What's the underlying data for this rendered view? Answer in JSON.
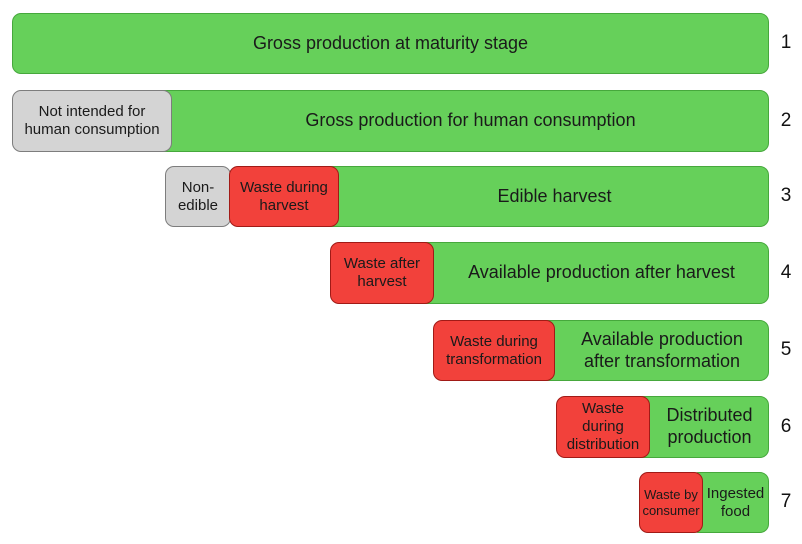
{
  "rows": [
    {
      "number": "1",
      "main": "Gross production at maturity stage"
    },
    {
      "number": "2",
      "main": "Gross production for human consumption",
      "loss": "Not intended for\nhuman consumption"
    },
    {
      "number": "3",
      "main": "Edible harvest",
      "loss_grey": "Non-\nedible",
      "loss": "Waste during\nharvest"
    },
    {
      "number": "4",
      "main": "Available production after harvest",
      "loss": "Waste after\nharvest"
    },
    {
      "number": "5",
      "main": "Available production\nafter transformation",
      "loss": "Waste during\ntransformation"
    },
    {
      "number": "6",
      "main": "Distributed\nproduction",
      "loss": "Waste\nduring\ndistribution"
    },
    {
      "number": "7",
      "main": "Ingested\nfood",
      "loss": "Waste by\nconsumer"
    }
  ],
  "colors": {
    "retained": "#66d05a",
    "not_food": "#d4d4d4",
    "waste": "#f2413b"
  }
}
